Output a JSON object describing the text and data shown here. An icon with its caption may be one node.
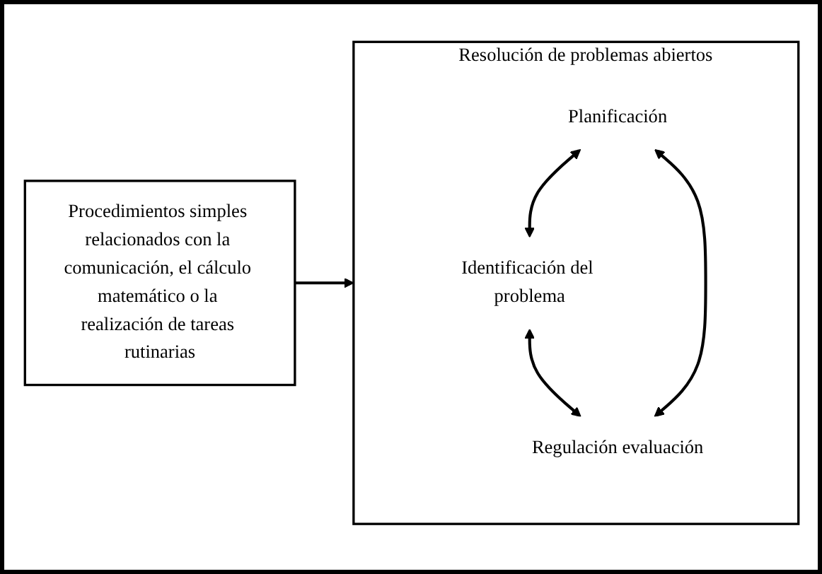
{
  "diagram": {
    "nodes": [
      {
        "text": [
          "Procedimientos simples relacionados con la comunicación, el cálculo matemático o la realización de tareas rutinarias"
        ]
      },
      {
        "text": [
          "Resolución de problemas abiertos"
        ]
      },
      {
        "text": [
          "Identificación del problema"
        ],
        "in": 1
      },
      {
        "text": [
          "Planificación"
        ],
        "in": 1
      },
      {
        "text": [
          "Regulación evaluación"
        ],
        "in": 1
      }
    ],
    "edges": [
      {
        "from": 0,
        "to": 1,
        "arrow": "to"
      },
      {
        "from": 3,
        "to": 2,
        "arrow": "both"
      },
      {
        "from": 2,
        "to": 4,
        "arrow": "both"
      },
      {
        "from": 3,
        "to": 4,
        "arrow": "both"
      }
    ]
  }
}
